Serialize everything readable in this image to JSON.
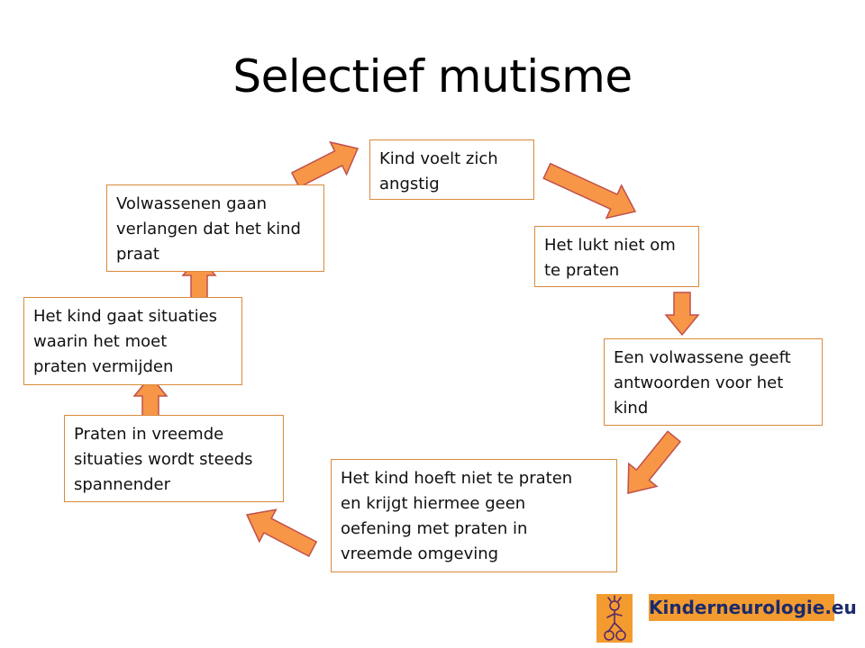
{
  "title": "Selectief mutisme",
  "boxes": [
    "Kind voelt zich\nangstig",
    "Het lukt niet om\nte praten",
    "Een volwassene geeft\nantwoorden voor het\nkind",
    "Het kind hoeft niet te praten\nen krijgt hiermee geen\noefening met praten in\nvreemde omgeving",
    "Praten in vreemde\nsituaties wordt steeds\nspannender",
    "Het kind gaat situaties\nwaarin het moet\npraten vermijden",
    "Volwassenen gaan\nverlangen dat het kind\npraat"
  ],
  "logo": {
    "text": "Kinderneurologie.eu"
  },
  "colors": {
    "arrow_fill": "#f79646",
    "arrow_stroke": "#c0504d",
    "box_border": "#d98a3c",
    "logo_bg": "#f39b2f",
    "logo_text": "#1a2a6c"
  }
}
